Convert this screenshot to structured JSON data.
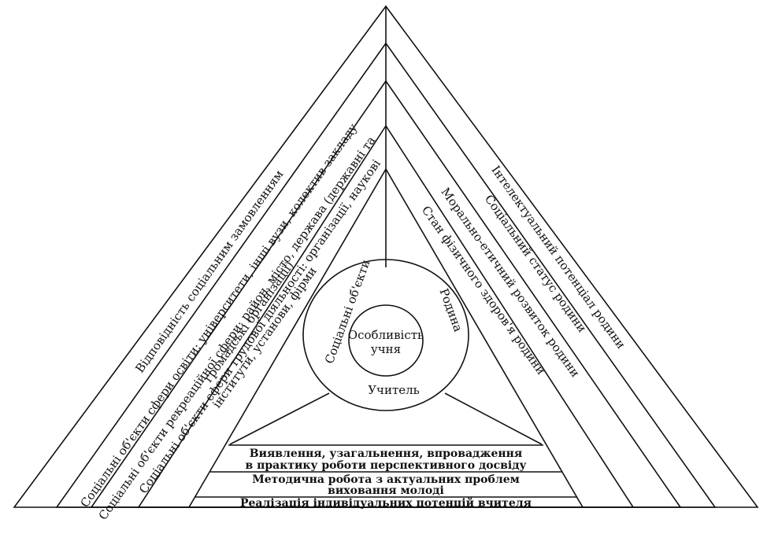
{
  "left_layers": [
    "Відповідність соціальним замовленням",
    "Соціальні об'єкти сфери освіти: університети, інші вузи, колектив закладу",
    "Соціальні об'єкти рекреаційної сфери: район, місто, держава (державні та",
    "громадські організації)",
    "Соціальні об'єкти сфери трудової діяльності: організації, наукові",
    "інститути, установи, фірми"
  ],
  "right_layers": [
    "Інтелектуальний потенціал родини",
    "Соціальний статус родини",
    "Морально-етичний розвиток родини",
    "Стан фізичного здоров'я родини"
  ],
  "circle_labels": {
    "social_objects": "Соціальні об'єкти",
    "family": "Родина",
    "teacher": "Учитель",
    "center_line1": "Особливість",
    "center_line2": "учня"
  },
  "bottom_bands": [
    "Виявлення, узагальнення, впровадження",
    "в практику роботи перспективного досвіду",
    "Методична робота з актуальних проблем",
    "виховання молоді",
    "Реалізація індивідуальних потенцій вчителя"
  ]
}
